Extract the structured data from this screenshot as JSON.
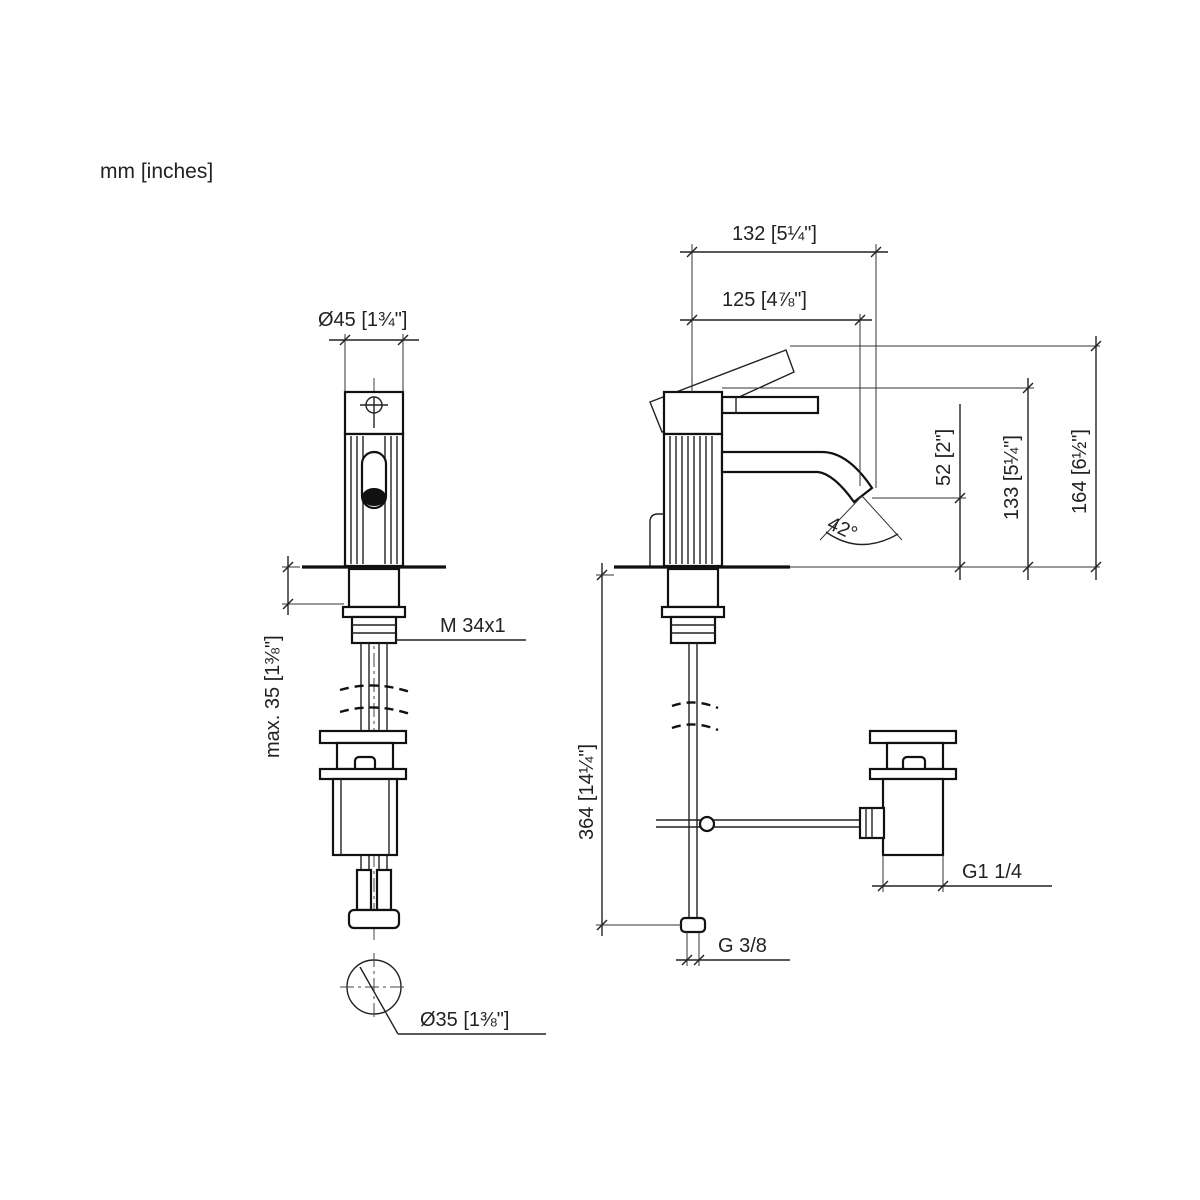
{
  "units_note": "mm [inches]",
  "dimensions": {
    "front_diameter": "Ø45 [1¾\"]",
    "thread": "M 34x1",
    "max_depth": "max. 35 [1⅜\"]",
    "hole_diameter": "Ø35 [1⅜\"]",
    "reach_total": "132 [5¼\"]",
    "reach_spout": "125 [4⅞\"]",
    "spout_height": "52 [2\"]",
    "body_height": "133 [5¼\"]",
    "total_height": "164 [6½\"]",
    "spout_angle": "42°",
    "hose_length": "364 [14¼\"]",
    "waste_thread": "G1 1/4",
    "supply_thread": "G 3/8"
  }
}
